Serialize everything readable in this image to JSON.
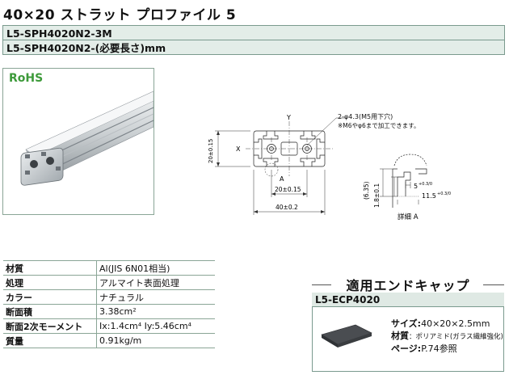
{
  "title": "40×20 ストラット プロファイル 5",
  "part_numbers": [
    "L5-SPH4020N2-3M",
    "L5-SPH4020N2-(必要長さ)mm"
  ],
  "photo": {
    "rohs_label": "RoHS"
  },
  "drawing": {
    "axis_y": "Y",
    "axis_x": "X",
    "label_a": "A",
    "hole_note": "2-φ4.3(M5用下穴)",
    "hole_note2": "※M6やφ6まで加工できます。",
    "dim_height": "20±0.15",
    "dim_inner": "20±0.15",
    "dim_width": "40±0.2",
    "detail_6_35": "(6.35)",
    "detail_1_8": "1.8±0.1",
    "detail_5": "5",
    "detail_5_tol": "+0.3/0",
    "detail_11_5": "11.5",
    "detail_11_5_tol": "+0.3/0",
    "detail_label": "詳細 A"
  },
  "specs": [
    {
      "label": "材質",
      "value": "Al(JIS 6N01相当)"
    },
    {
      "label": "処理",
      "value": "アルマイト表面処理"
    },
    {
      "label": "カラー",
      "value": "ナチュラル"
    },
    {
      "label": "断面積",
      "value": "3.38cm²"
    },
    {
      "label": "断面2次モーメント",
      "value": "Ix:1.4cm⁴     Iy:5.46cm⁴"
    },
    {
      "label": "質量",
      "value": "0.91kg/m"
    }
  ],
  "endcap": {
    "heading": "適用エンドキャップ",
    "part_number": "L5-ECP4020",
    "size_label": "サイズ:",
    "size_value": "40×20×2.5mm",
    "material_label": "材質",
    "material_value": "：ポリアミド(ガラス繊維強化)",
    "page_label": "ページ:",
    "page_value": "P.74参照"
  },
  "colors": {
    "border": "#7a9a8e",
    "band": "#e3ede8",
    "rohs": "#3d9a3a",
    "blue_link": "#1a56c8"
  }
}
